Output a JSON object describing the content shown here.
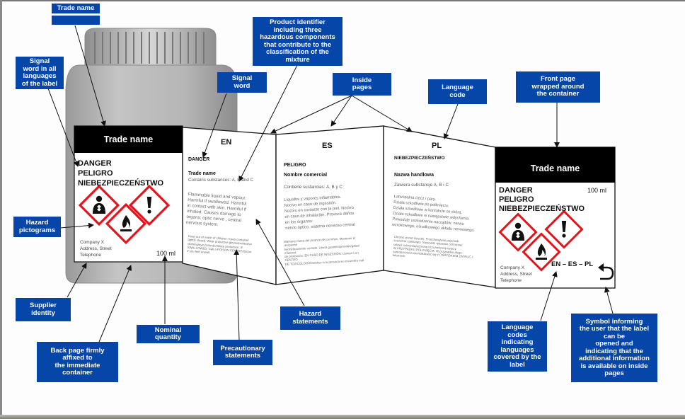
{
  "bottle_label": {
    "trade_name": "Trade name",
    "signal_words": [
      "DANGER",
      "PELIGRO",
      "NIEBEZPIECZEŃSTWO"
    ],
    "supplier_lines": [
      "Company X",
      "Address, Street",
      "Telephone"
    ],
    "quantity": "100 ml"
  },
  "booklet": {
    "page_en": {
      "code": "EN",
      "signal": "DANGER",
      "trade": "Trade name",
      "substances": "Contains substances: A, B and C",
      "hazard_text": "Flammable liquid and vapour.\nHarmful if swallowed. Harmful\nin contact with skin. Harmful if\ninhaled. Causes damage to\norgans: optic nerve , central\nnervous system.",
      "precaution_text": "Keep out of reach of children. Keep container\ntightly closed. Wear protective gloves/protective\nclothing/eye protection/face protection. IF\nSWALLOWED: Call a POISON CENTRE/doctor\nif you feel unwell."
    },
    "page_es": {
      "code": "ES",
      "signal": "PELIGRO",
      "trade": "Nombre comercial",
      "substances": "Contiene sustancias: A, B y C",
      "hazard_text": "Líquidos y vapores inflamables.\nNocivo en caso de ingestión.\nNocivo en contacto con la piel. Nocivo\nen caso de inhalación. Provoca daños\nen los órganos:\nnervio óptico, sistema nervioso central",
      "precaution_text": "Mantener fuera del alcance de los niños. Mantener el\nrecipiente\nherméticamente cerrado. Llevar guantes/prendas/gafas/\nmáscara\nde protección. EN CASO DE INGESTIÓN: Llamar a un\nCENTRO\nDE TOXICOLOGÍA/médico si la persona se encuentra mal."
    },
    "page_pl": {
      "code": "PL",
      "signal": "NIEBEZPIECZEŃSTWO",
      "trade": "Nazwa handlowa",
      "substances": "Zawiera substancje A, B i C",
      "hazard_text": "Łatwopalna ciecz i pary.\nDziała szkodliwie po połknięciu.\nDziała szkodliwie w kontakcie ze skórą.\nDziała szkodliwie w następstwie wdychania.\nPowoduje uszkodzenie narządów: nerwu\nwzrokowego, ośrodkowego układu nerwowego.",
      "precaution_text": "Chronić przed dziećmi. Przechowywać pojemnik\nszczelnie zamknięty. Stosować rękawice ochronne/\nodzież ochronną/ochronę oczu/ochronę twarzy.\nW PRZYPADKU POŁKNIĘCIA: W przypadku złego\nsamopoczucia skontaktować się z OŚRODKIEM ZATRUĆ /\nlekarzem."
    },
    "front": {
      "trade_name": "Trade name",
      "signal_words": [
        "DANGER",
        "PELIGRO",
        "NIEBEZPIECZEŃSTWO"
      ],
      "quantity": "100 ml",
      "supplier_lines": [
        "Company X",
        "Address, Street",
        "Telephone"
      ],
      "language_codes": "EN – ES – PL"
    }
  },
  "callouts": {
    "trade_name": "Trade name",
    "signal_all": "Signal\nword in all\nlanguages\nof the label",
    "hazard_pictograms": "Hazard\npictograms",
    "supplier_identity": "Supplier\nidentity",
    "back_page": "Back page firmly\naffixed to\nthe immediate\ncontainer",
    "nominal_quantity": "Nominal\nquantity",
    "precautionary": "Precautionary\nstatements",
    "product_identifier": "Product identifier\nincluding three\nhazardous components\nthat contribute to the\nclassification of the\nmixture",
    "signal_word": "Signal\nword",
    "inside_pages": "Inside\npages",
    "language_code": "Language\ncode",
    "front_page": "Front page\nwrapped around\nthe container",
    "hazard_statements": "Hazard\nstatements",
    "language_codes_covered": "Language\ncodes\nindicating\nlanguages\ncovered by the\nlabel",
    "symbol_info": "Symbol informing\nthe user that the label\ncan be\nopened and\nindicating that the\nadditional information\nis available on inside\npages"
  },
  "colors": {
    "callout_bg": "#0646a9",
    "pictogram_red": "#e3141c",
    "label_header": "#000000",
    "bottle_grey": "#a9a9a9"
  },
  "icons": [
    "health-hazard-pictogram-icon",
    "flame-pictogram-icon",
    "exclamation-pictogram-icon",
    "fold-out-arrow-icon"
  ]
}
